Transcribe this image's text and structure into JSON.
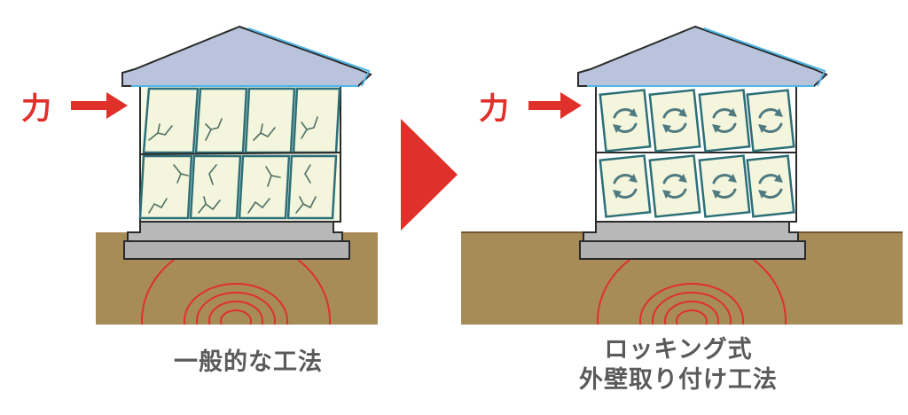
{
  "colors": {
    "roof_fill": "#b9c4dc",
    "roof_stroke": "#2a2a2a",
    "roof_edge": "#4fb6e6",
    "wall_fill": "#f6f7e4",
    "panel_stroke": "#2d6f78",
    "crack": "#4f6f63",
    "ground": "#a88c58",
    "foundation": "#b8b8b8",
    "seismic": "#e0302a",
    "arrow": "#e0302a",
    "caption": "#5a5a5a",
    "rotation": "#4f7a80"
  },
  "left": {
    "force_label": "力",
    "caption": "一般的な工法"
  },
  "right": {
    "force_label": "力",
    "caption_line1": "ロッキング式",
    "caption_line2": "外壁取り付け工法"
  },
  "transition_arrow": "triangle-right-icon"
}
